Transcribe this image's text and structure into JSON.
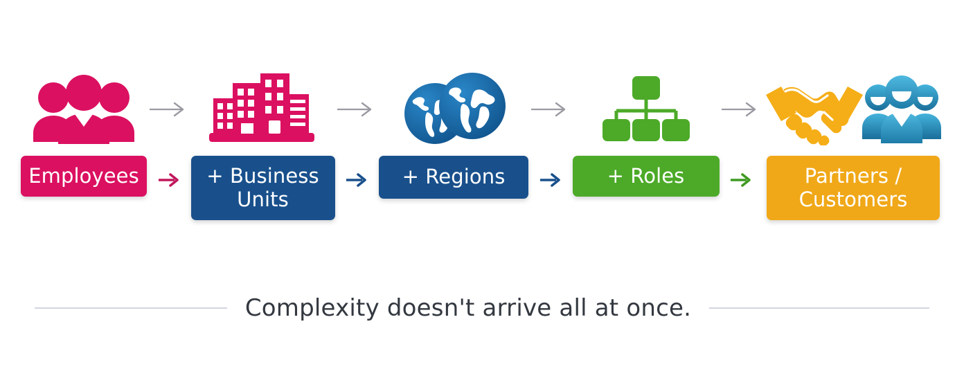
{
  "colors": {
    "pink": "#DB1060",
    "navy": "#19508C",
    "green": "#4CAA28",
    "amber": "#F0A818",
    "blue_globe": "#1B6FAF",
    "blue_people": "#2E97C9",
    "arrow_gray": "#9a9aa2",
    "rule": "#d3d6e0",
    "caption": "#333840",
    "background": "#FFFFFF"
  },
  "stages": [
    {
      "id": "employees",
      "label": "Employees",
      "icon": "people-group-icon",
      "color": "#DB1060",
      "chip_width": 182,
      "lines": 1
    },
    {
      "id": "business-units",
      "label": "+ Business Units",
      "label_line1": "+ Business",
      "label_line2": "Units",
      "icon": "office-buildings-icon",
      "color": "#19508C",
      "chip_width": 208,
      "lines": 2
    },
    {
      "id": "regions",
      "label": "+ Regions",
      "icon": "globes-icon",
      "color": "#19508C",
      "chip_width": 216,
      "lines": 1
    },
    {
      "id": "roles",
      "label": "+ Roles",
      "icon": "org-chart-icon",
      "color": "#4CAA28",
      "chip_width": 212,
      "lines": 1
    },
    {
      "id": "partners-customers",
      "label": "Partners / Customers",
      "label_line1": "Partners /",
      "label_line2": "Customers",
      "icon": "handshake-people-icon",
      "color": "#F0A818",
      "chip_width": 250,
      "lines": 2
    }
  ],
  "connectors": [
    {
      "id": "employees-to-business-units",
      "top_icon": "arrow-right-icon",
      "bottom_icon": "arrow-right-icon",
      "bottom_color": "#C1185C"
    },
    {
      "id": "business-units-to-regions",
      "top_icon": "arrow-right-icon",
      "bottom_icon": "arrow-right-icon",
      "bottom_color": "#19508C"
    },
    {
      "id": "regions-to-roles",
      "top_icon": "arrow-right-icon",
      "bottom_icon": "arrow-right-icon",
      "bottom_color": "#19508C"
    },
    {
      "id": "roles-to-partners",
      "top_icon": "arrow-right-icon",
      "bottom_icon": "arrow-right-icon",
      "bottom_color": "#3F9A21"
    }
  ],
  "caption": {
    "text": "Complexity doesn't arrive all at once."
  }
}
